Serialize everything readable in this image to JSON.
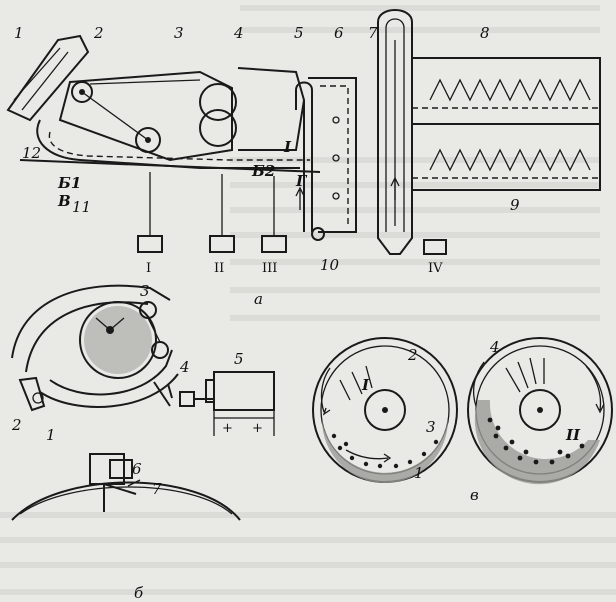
{
  "diagram": {
    "parts": {
      "a": "а",
      "b": "б",
      "v": "в"
    },
    "numbers_a": [
      "1",
      "2",
      "3",
      "4",
      "5",
      "6",
      "7",
      "8",
      "9",
      "10",
      "11",
      "12"
    ],
    "zones_a": [
      "Б1",
      "В",
      "Б2",
      "Г",
      "I"
    ],
    "bins_a": [
      "I",
      "II",
      "III",
      "IV"
    ],
    "numbers_b": [
      "1",
      "2",
      "3",
      "4",
      "5",
      "6",
      "7"
    ],
    "numbers_v": [
      "1",
      "2",
      "3",
      "4"
    ],
    "zones_v": [
      "I",
      "II"
    ]
  },
  "colors": {
    "ink": "#1a1a1a",
    "paper": "#e9e9e6"
  }
}
